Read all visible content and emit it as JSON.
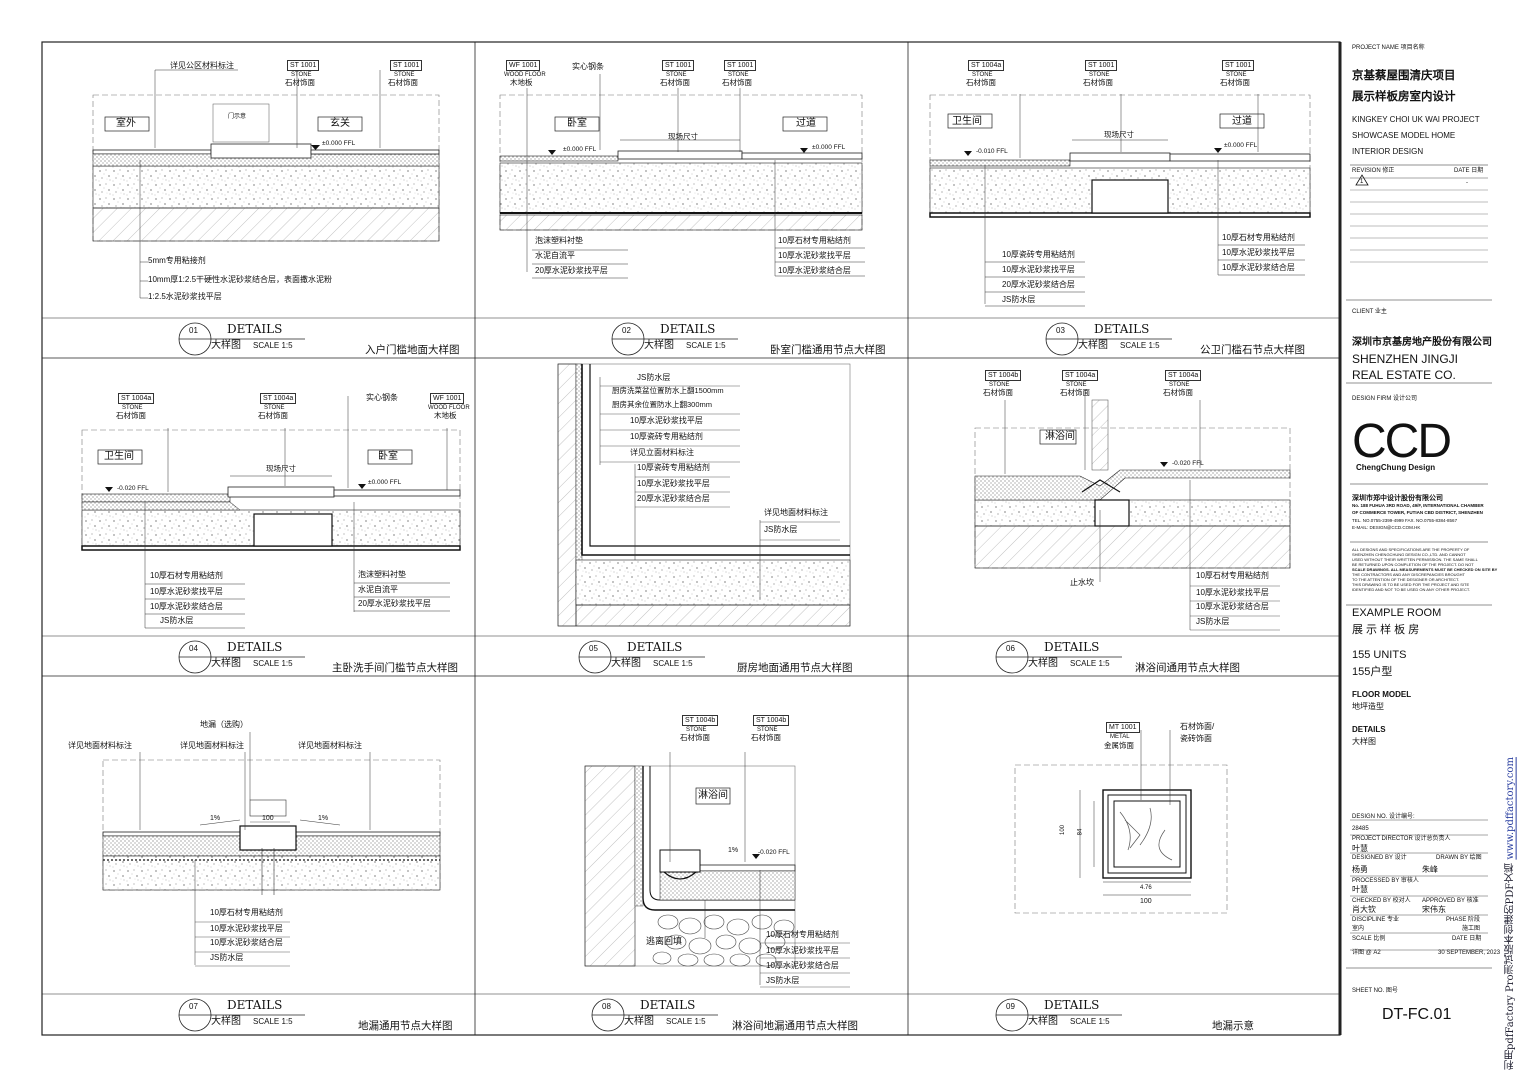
{
  "project": {
    "label": "PROJECT NAME 项目名称",
    "name_cn_1": "京基蔡屋围清庆项目",
    "name_cn_2": "展示样板房室内设计",
    "name_en_1": "KINGKEY CHOI UK WAI PROJECT",
    "name_en_2": "SHOWCASE MODEL HOME",
    "name_en_3": "INTERIOR DESIGN",
    "revision_label": "REVISION 修正",
    "date_label": "DATE 日期",
    "revision_mark": "1",
    "revision_date": "-"
  },
  "client": {
    "label": "CLIENT 业主",
    "name_cn": "深圳市京基房地产股份有限公司",
    "name_en_1": "SHENZHEN JINGJI",
    "name_en_2": "REAL ESTATE CO."
  },
  "firm": {
    "label": "DESIGN FIRM 设计公司",
    "logo": "CCD",
    "logo_sub": "ChengChung Design",
    "name_cn": "深圳市郑中设计股份有限公司",
    "addr1": "No. 188 FUHUA 3RD ROAD, 49/F, INTERNATIONAL CHAMBER",
    "addr2": "OF COMMERCE TOWER, FUTIAN CBD DISTRICT, SHENZHEN",
    "tel": "TEL. NO.0755-2399-4999  FAX. NO.0755-8384-8567",
    "email": "E-MAIL: DESIGN@CCD.COM.HK",
    "note1": "ALL DESIGNS AND SPECIFICATIONS ARE THE PROPERTY OF",
    "note2": "SHENZHEN CHENGCHUNG DESIGN CO.,LTD. AND CANNOT",
    "note3": "USED WITHOUT THEIR WRITTEN PERMISSION. THE SAME SHALL",
    "note4": "BE RETURNED UPON COMPLETION OF THE PROJECT. DO NOT",
    "note5": "SCALE DRAWINGS. ALL MEASUREMENTS MUST BE CHECKED ON SITE BY",
    "note6": "THE CONTRACTORS AND ANY DISCREPANCIES BROUGHT",
    "note7": "TO THE ATTENTION OF THE DESIGNER OR ARCHITECT.",
    "note8": "THIS DRAWING IS TO BE USED FOR THE PROJECT AND SITE",
    "note9": "IDENTIFIED AND NOT TO BE USED ON ANY OTHER PROJECT."
  },
  "sheet_info": {
    "room_en": "EXAMPLE ROOM",
    "room_cn": "展 示 样 板 房",
    "units_en": "155 UNITS",
    "units_cn": "155户型",
    "model_en": "FLOOR MODEL",
    "model_cn": "地坪造型",
    "details_en": "DETAILS",
    "details_cn": "大样图",
    "design_no_label": "DESIGN NO.  设计编号:",
    "design_no": "28485",
    "director_label": "PROJECT DIRECTOR  设计总负责人",
    "director": "叶慧",
    "designed_label": "DESIGNED BY 设计",
    "designed": "杨勇",
    "drawn_label": "DRAWN BY 绘图",
    "drawn": "朱峰",
    "processed_label": "PROCESSED BY 审核人",
    "processed": "叶慧",
    "checked_label": "CHECKED BY 校对人",
    "checked": "肖大钦",
    "approved_label": "APPROVED BY 核准",
    "approved": "宋伟东",
    "discipline_label": "DISCIPLINE 专业",
    "discipline": "室内",
    "phase_label": "PHASE 阶段",
    "phase": "施工图",
    "scale_label": "SCALE 比例",
    "scale": "详图 @ A2",
    "date_label": "DATE 日期",
    "date": "30 SEPTEMBER, 2023",
    "sheet_no_label": "SHEET NO. 图号",
    "sheet_no": "DT-FC.01"
  },
  "watermark": {
    "text": "利用pdfFactory Pro测试版本创建的PDF文档",
    "link": "www.pdffactory.com"
  },
  "common": {
    "details": "DETAILS",
    "dayangtu": "大样图",
    "scale": "SCALE  1:5",
    "stone_en": "STONE",
    "stone_cn": "石材饰面",
    "wood_en": "WOOD FLOOR",
    "wood_cn": "木地板",
    "metal_en": "METAL",
    "metal_cn": "金属饰面",
    "site_size": "现场尺寸",
    "solid_steel": "实心钢条",
    "ffl_zero": "±0.000 FFL",
    "ffl_neg10": "-0.010 FFL",
    "ffl_neg20": "-0.020 FFL",
    "js": "JS防水层",
    "stone_glue": "10厚石材专用粘结剂",
    "cement_level": "10厚水泥砂浆找平层",
    "cement_bond": "10厚水泥砂浆结合层",
    "tile_glue": "10厚瓷砖专用粘结剂",
    "foam": "泡沫塑料衬垫",
    "self_level": "水泥自流平",
    "cement_20": "20厚水泥砂浆找平层",
    "floor_note": "详见地面材料标注"
  },
  "details": [
    {
      "num": "01",
      "title": "入户门槛地面大样图"
    },
    {
      "num": "02",
      "title": "卧室门槛通用节点大样图"
    },
    {
      "num": "03",
      "title": "公卫门槛石节点大样图"
    },
    {
      "num": "04",
      "title": "主卧洗手间门槛节点大样图"
    },
    {
      "num": "05",
      "title": "厨房地面通用节点大样图"
    },
    {
      "num": "06",
      "title": "淋浴间通用节点大样图"
    },
    {
      "num": "07",
      "title": "地漏通用节点大样图"
    },
    {
      "num": "08",
      "title": "淋浴间地漏通用节点大样图"
    },
    {
      "num": "09",
      "title": "地漏示意"
    }
  ],
  "d01": {
    "codes": [
      "ST 1001",
      "ST 1001"
    ],
    "note_top": "详见公区材料标注",
    "room_left": "室外",
    "room_mid": "门示意",
    "room_right": "玄关",
    "layers": [
      "5mm专用粘接剂",
      "10mm厚1:2.5干硬性水泥砂浆结合层，表面撒水泥粉",
      "1:2.5水泥砂浆找平层"
    ]
  },
  "d02": {
    "codes": [
      "WF 1001",
      "ST 1001",
      "ST 1001"
    ],
    "room_left": "卧室",
    "room_right": "过道"
  },
  "d03": {
    "codes": [
      "ST 1004a",
      "ST 1001",
      "ST 1001"
    ],
    "room_left": "卫生间",
    "room_right": "过道",
    "layers_left": [
      "10厚瓷砖专用粘结剂",
      "10厚水泥砂浆找平层",
      "20厚水泥砂浆结合层",
      "JS防水层"
    ]
  },
  "d04": {
    "codes": [
      "ST 1004a",
      "ST 1004a",
      "WF 1001"
    ],
    "room_left": "卫生间",
    "room_right": "卧室"
  },
  "d05": {
    "wall_notes": [
      "JS防水层",
      "厨房洗菜盆位置防水上翻1500mm",
      "厨房其余位置防水上翻300mm",
      "10厚水泥砂浆找平层",
      "10厚瓷砖专用粘结剂",
      "详见立面材料标注"
    ],
    "floor_notes": [
      "10厚瓷砖专用粘结剂",
      "10厚水泥砂浆找平层",
      "20厚水泥砂浆结合层"
    ],
    "right_notes": [
      "详见地面材料标注",
      "JS防水层"
    ]
  },
  "d06": {
    "codes": [
      "ST 1004b",
      "ST 1004a",
      "ST 1004a"
    ],
    "room": "淋浴间",
    "stop_water": "止水坎"
  },
  "d07": {
    "drain": "地漏（选购）",
    "dim": "100",
    "slope": "1%"
  },
  "d08": {
    "codes": [
      "ST 1004b",
      "ST 1004b"
    ],
    "room": "淋浴间",
    "backfill": "逃离回填",
    "slope": "1%"
  },
  "d09": {
    "code": "MT 1001",
    "finish": "石材饰面/",
    "finish2": "瓷砖饰面",
    "dim_w": "100",
    "dim_inner": "4.76",
    "dim_h": "100",
    "dim_h2": "84"
  }
}
